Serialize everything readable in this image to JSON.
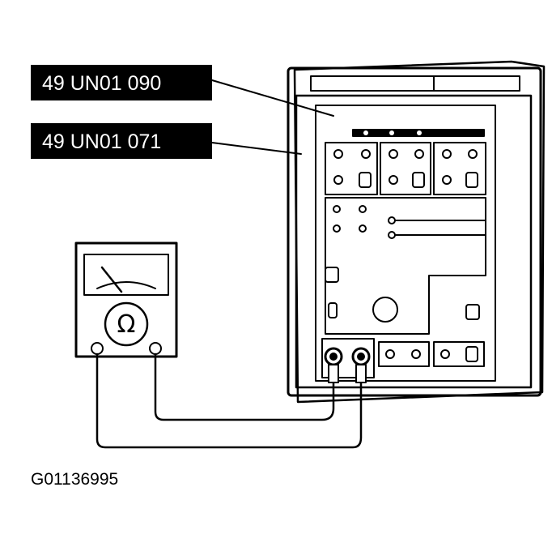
{
  "callouts": [
    {
      "label": "49 UN01 090"
    },
    {
      "label": "49 UN01 071"
    }
  ],
  "meter": {
    "symbol": "Ω"
  },
  "figure_id": "G01136995"
}
